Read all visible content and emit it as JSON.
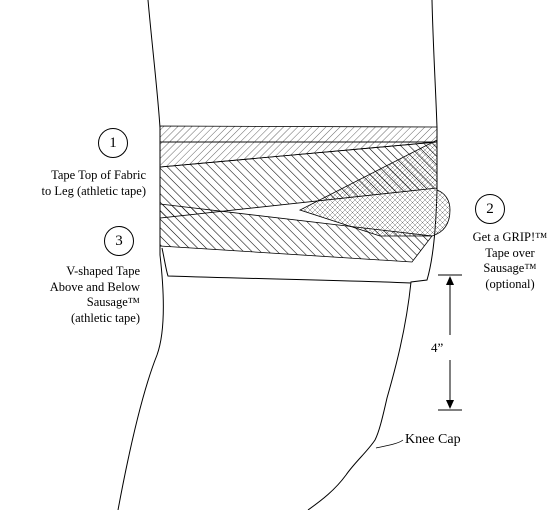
{
  "steps": [
    {
      "number": "1",
      "lines": [
        "Tape Top of Fabric",
        "to Leg (athletic tape)"
      ]
    },
    {
      "number": "2",
      "lines": [
        "Get a GRIP!™",
        "Tape over",
        "Sausage™",
        "(optional)"
      ]
    },
    {
      "number": "3",
      "lines": [
        "V-shaped Tape",
        "Above and Below",
        "Sausage™",
        "(athletic tape)"
      ]
    }
  ],
  "measurement": "4”",
  "knee_label": "Knee Cap"
}
